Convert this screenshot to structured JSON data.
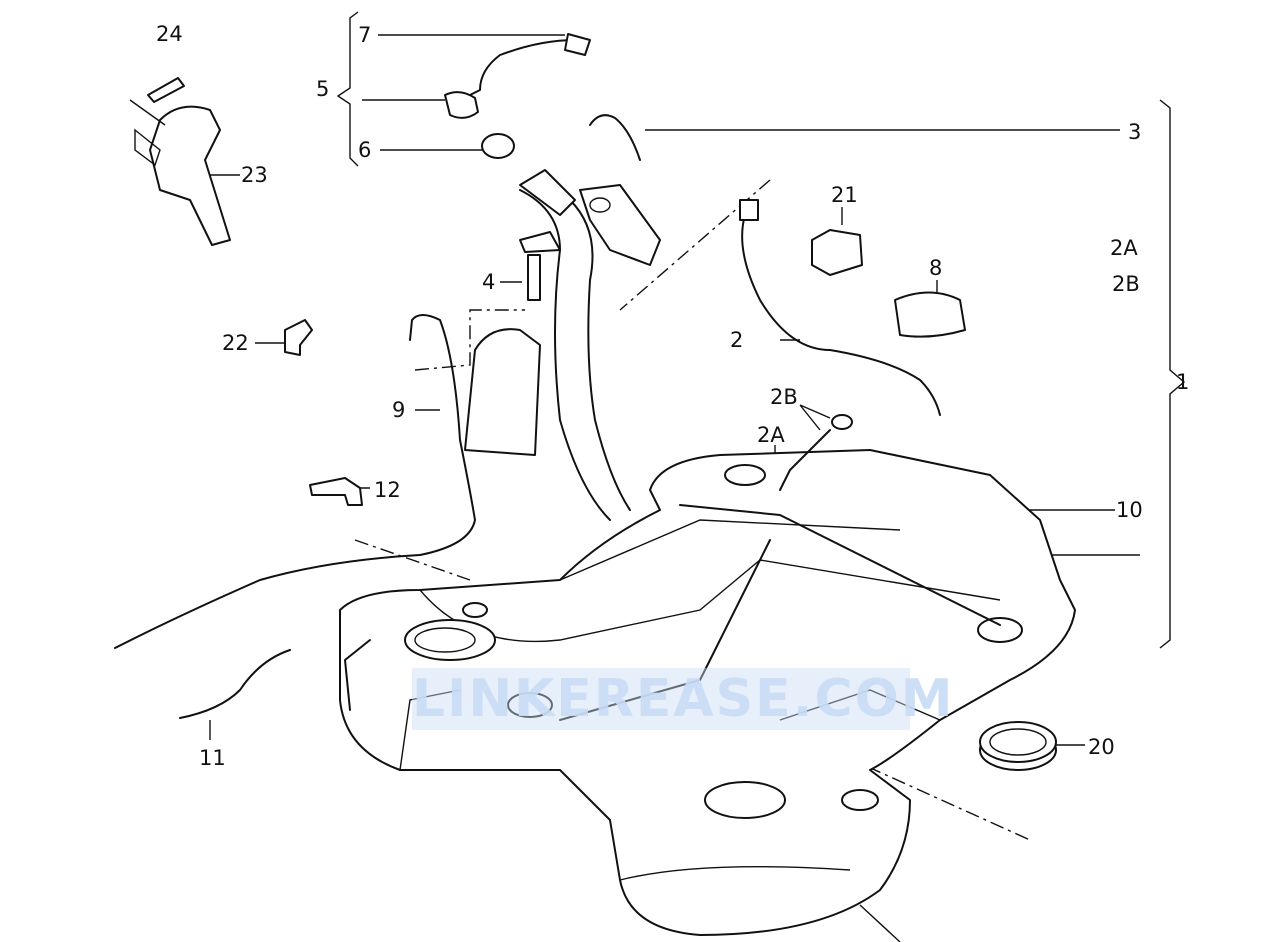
{
  "callouts": {
    "c1": "1",
    "c2": "2",
    "c2A": "2A",
    "c2B": "2B",
    "c3": "3",
    "c4": "4",
    "c5": "5",
    "c6": "6",
    "c7": "7",
    "c8": "8",
    "c9": "9",
    "c10": "10",
    "c11": "11",
    "c12": "12",
    "c20": "20",
    "c21": "21",
    "c22": "22",
    "c23": "23",
    "c24": "24",
    "legend_2A": "2A",
    "legend_2B": "2B"
  },
  "watermark": "LINKEREASE.COM",
  "colors": {
    "line": "#111111",
    "watermark": "#c8dcf5"
  }
}
